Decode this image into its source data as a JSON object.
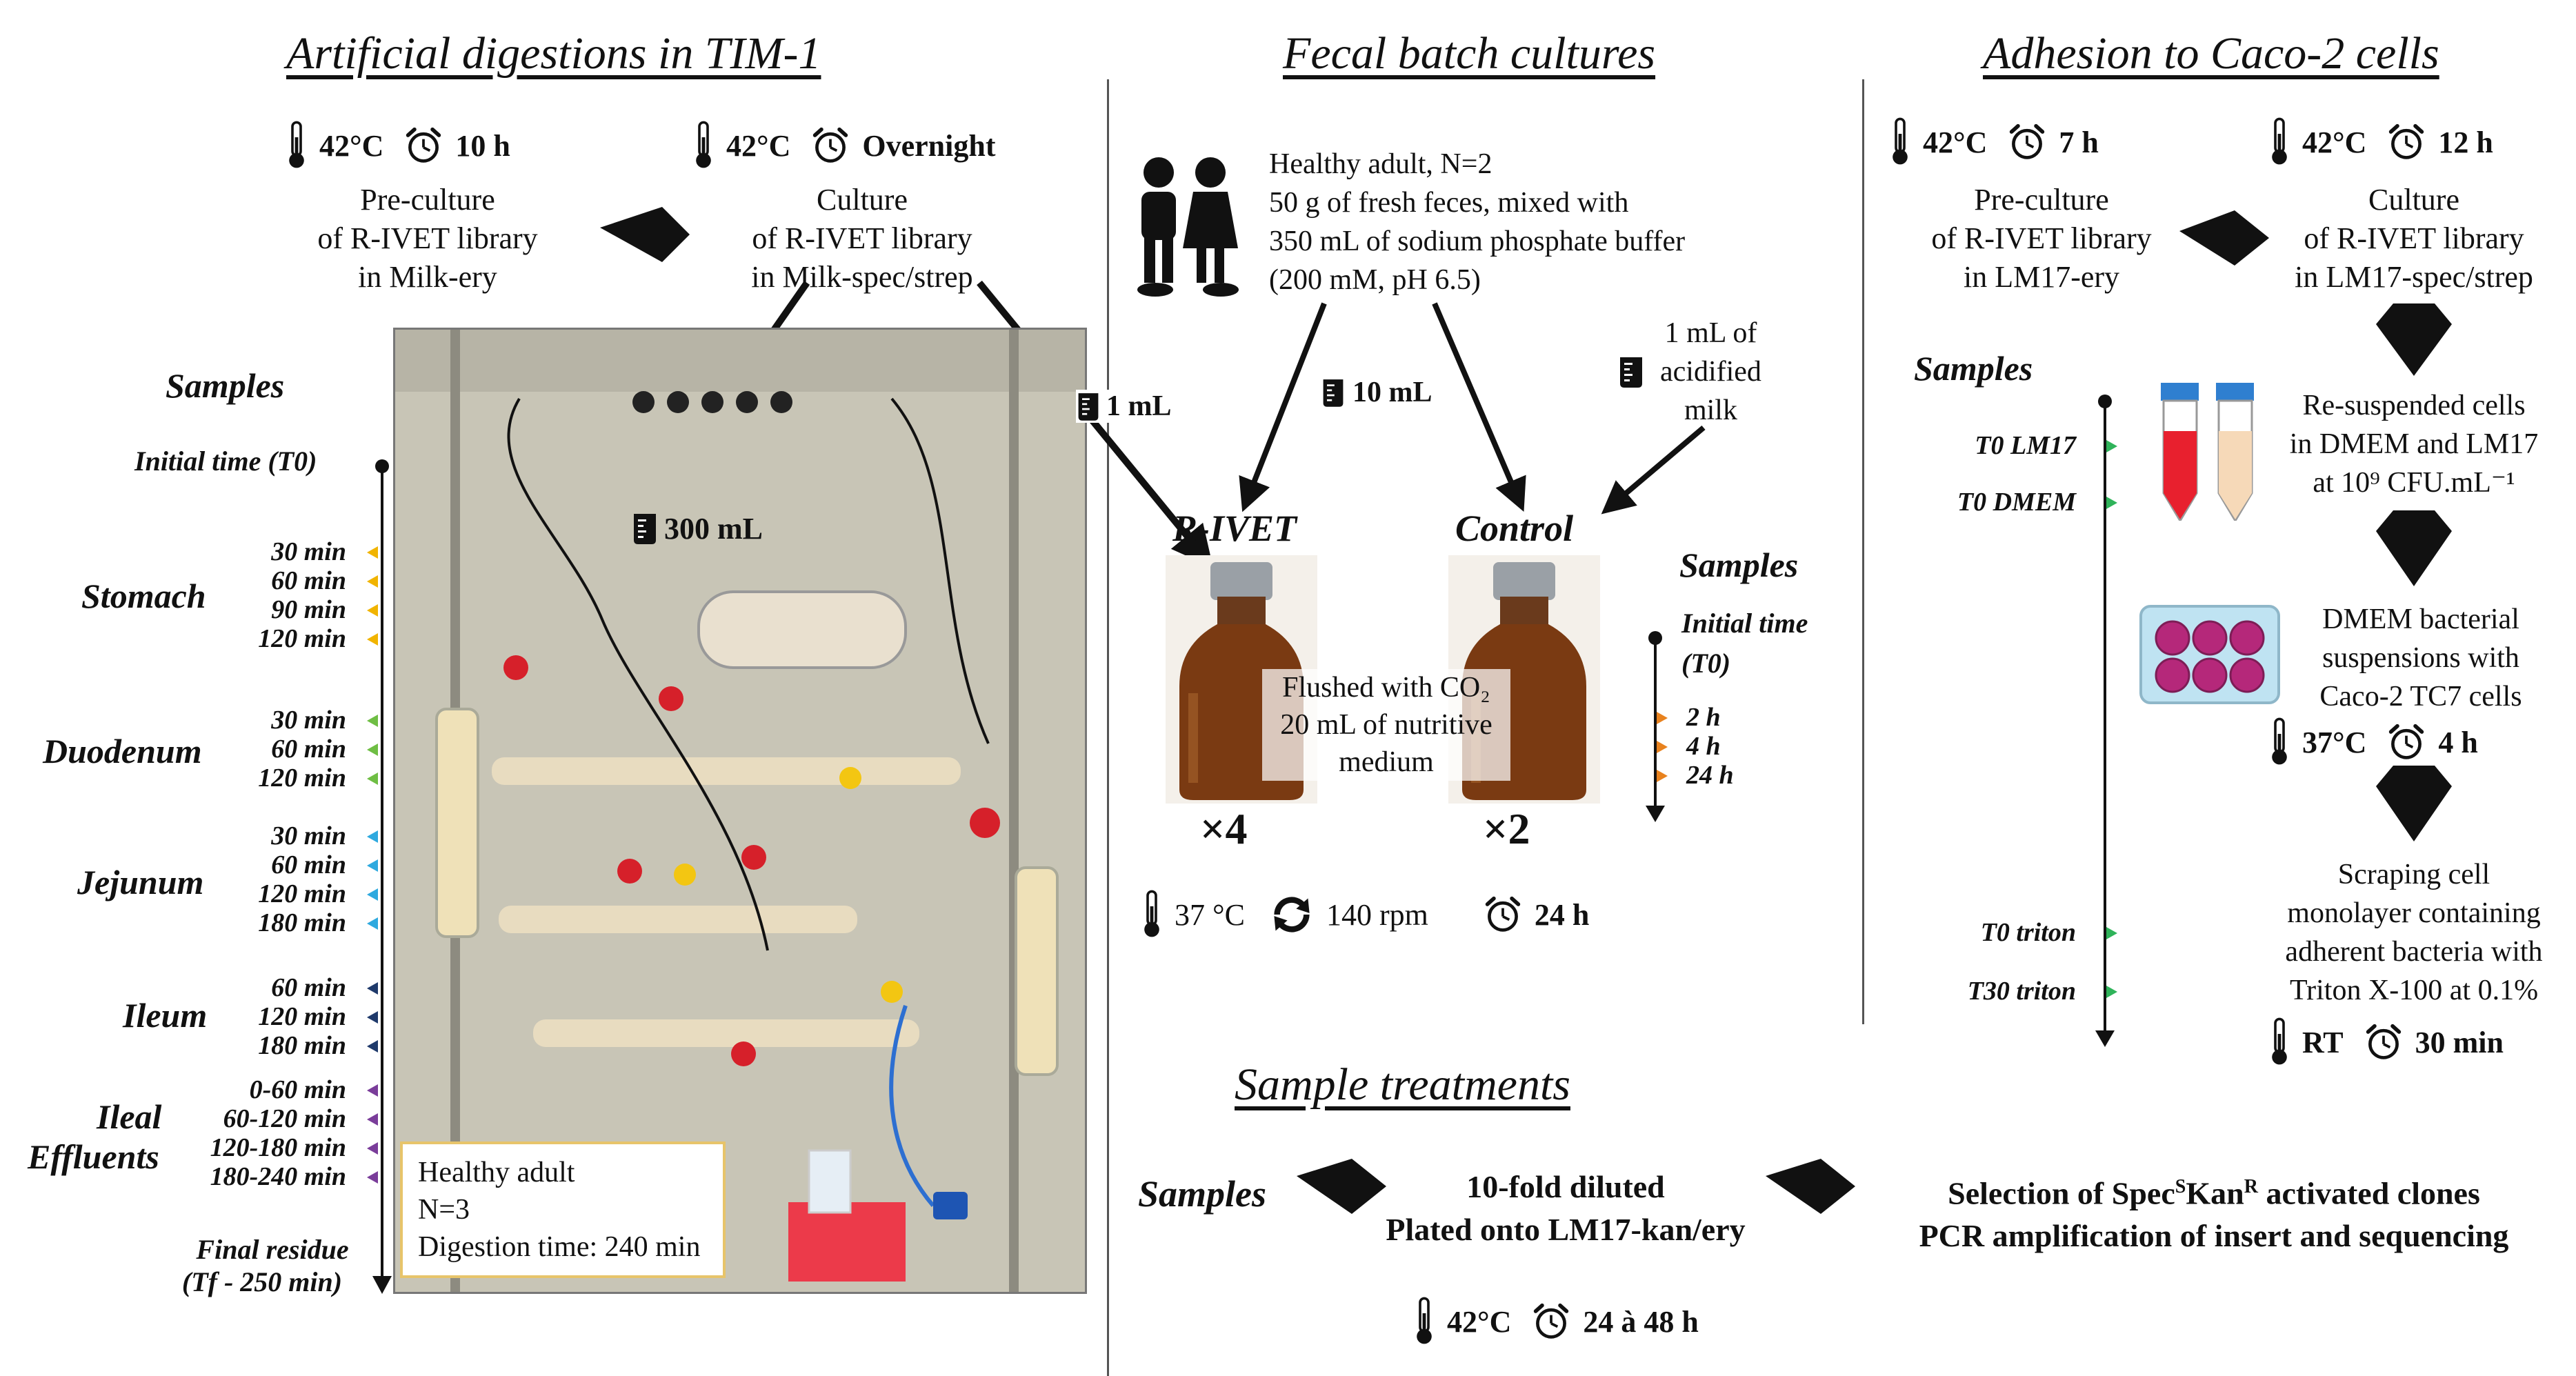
{
  "sections": {
    "tim": {
      "title": "Artificial digestions in TIM-1",
      "cond1": {
        "temp": "42°C",
        "time": "10 h"
      },
      "cond2": {
        "temp": "42°C",
        "time": "Overnight"
      },
      "preculture": [
        "Pre-culture",
        "of R-IVET library",
        "in Milk-ery"
      ],
      "culture": [
        "Culture",
        "of R-IVET library",
        "in Milk-spec/strep"
      ],
      "samples_label": "Samples",
      "initial_time": "Initial time (T0)",
      "final_residue": [
        "Final residue",
        "(Tf - 250 min)"
      ],
      "vol_300": "300 mL",
      "compartments": [
        {
          "name": "Stomach",
          "times": [
            "30 min",
            "60 min",
            "90 min",
            "120 min"
          ]
        },
        {
          "name": "Duodenum",
          "times": [
            "30 min",
            "60 min",
            "120 min"
          ]
        },
        {
          "name": "Jejunum",
          "times": [
            "30 min",
            "60 min",
            "120 min",
            "180 min"
          ]
        },
        {
          "name": "Ileum",
          "times": [
            "60 min",
            "120 min",
            "180 min"
          ]
        },
        {
          "name": "Ileal",
          "name2": "Effluents",
          "times": [
            "0-60 min",
            "60-120 min",
            "120-180 min",
            "180-240 min"
          ]
        }
      ],
      "caption": [
        "Healthy adult",
        "N=3",
        "Digestion time: 240 min"
      ]
    },
    "fecal": {
      "title": "Fecal batch cultures",
      "donor": [
        "Healthy adult, N=2",
        "50 g of fresh feces, mixed with",
        "350 mL of sodium phosphate buffer",
        "(200 mM, pH 6.5)"
      ],
      "vol_1ml": "1 mL",
      "vol_10ml": "10 mL",
      "acid_milk": [
        "1 mL of",
        "acidified",
        "milk"
      ],
      "rivet": "R-IVET",
      "control": "Control",
      "flushed": [
        "Flushed with CO₂",
        "20 mL of nutritive",
        "medium"
      ],
      "x4": "×4",
      "x2": "×2",
      "samples_label": "Samples",
      "initial_time": [
        "Initial time",
        "(T0)"
      ],
      "times": [
        "2 h",
        "4 h",
        "24 h"
      ],
      "cond": {
        "temp": "37 °C",
        "rpm": "140 rpm",
        "time": "24 h"
      }
    },
    "caco": {
      "title": "Adhesion to Caco-2 cells",
      "cond1": {
        "temp": "42°C",
        "time": "7 h"
      },
      "cond2": {
        "temp": "42°C",
        "time": "12 h"
      },
      "preculture": [
        "Pre-culture",
        "of R-IVET library",
        "in LM17-ery"
      ],
      "culture": [
        "Culture",
        "of R-IVET library",
        "in LM17-spec/strep"
      ],
      "samples_label": "Samples",
      "t_labels": [
        "T0 LM17",
        "T0 DMEM",
        "T0  triton",
        "T30 triton"
      ],
      "resuspended": [
        "Re-suspended cells",
        "in DMEM and LM17",
        "at 10⁹ CFU.mL⁻¹"
      ],
      "dmem": [
        "DMEM bacterial",
        "suspensions with",
        "Caco-2 TC7 cells"
      ],
      "cond3": {
        "temp": "37°C",
        "time": "4 h"
      },
      "scraping": [
        "Scraping cell",
        "monolayer containing",
        "adherent bacteria with",
        "Triton X-100 at 0.1%"
      ],
      "cond4": {
        "temp": "RT",
        "time": "30 min"
      }
    },
    "treat": {
      "title": "Sample treatments",
      "samples_label": "Samples",
      "step1": [
        "10-fold diluted",
        "Plated onto LM17-kan/ery"
      ],
      "step2": [
        "Selection of Spec^S Kan^R activated clones",
        "PCR amplification of insert and sequencing"
      ],
      "step2_parts": {
        "a": "Selection of Spec",
        "s": "S",
        "b": "Kan",
        "r": "R",
        "c": " activated clones"
      },
      "cond": {
        "temp": "42°C",
        "time": "24 à 48 h"
      }
    }
  },
  "colors": {
    "stomach": "#f1b400",
    "duodenum": "#6fbe44",
    "jejunum": "#2ea9df",
    "ileum": "#1f3a6b",
    "effluents": "#7a3d9a",
    "fecal_tick": "#e8821e",
    "caco_tick": "#2fb35a"
  }
}
